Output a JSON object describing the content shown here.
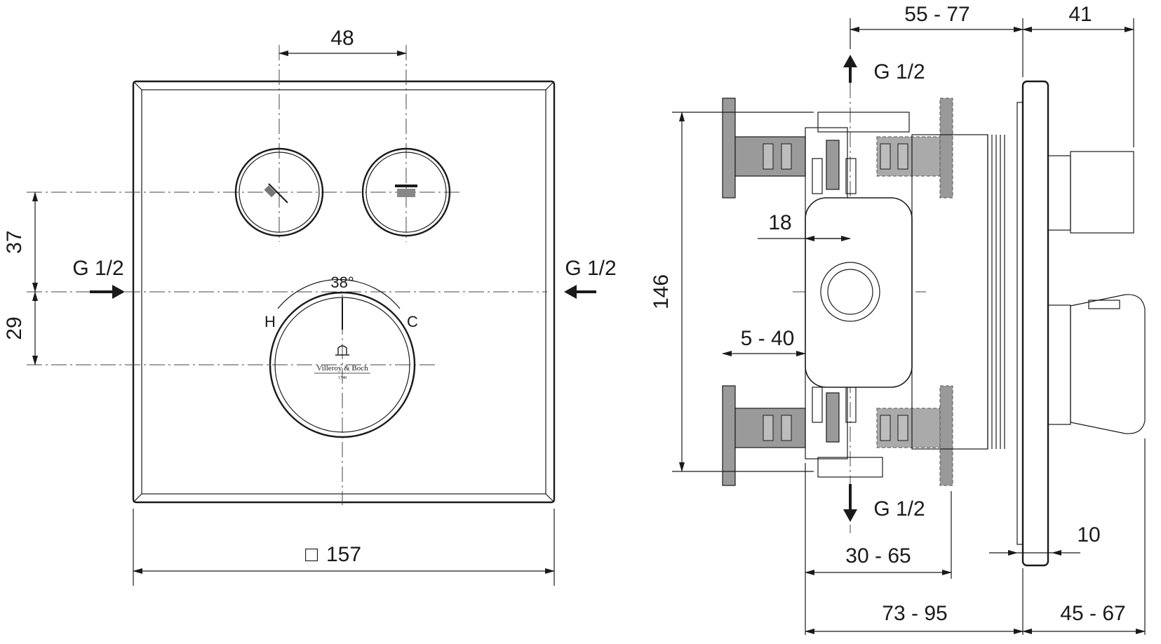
{
  "front_view": {
    "dim_button_spacing": "48",
    "dim_upper_offset": "37",
    "dim_lower_offset": "29",
    "dim_width": "157",
    "dim_width_symbol": "□",
    "inlet_left": "G 1/2",
    "inlet_right": "G 1/2",
    "angle_label": "38°",
    "hot_label": "H",
    "cold_label": "C",
    "brand_name": "Villeroy & Boch",
    "brand_year": "1748"
  },
  "side_view": {
    "dim_top_left": "55 - 77",
    "dim_top_right": "41",
    "outlet_top": "G 1/2",
    "outlet_bottom": "G 1/2",
    "dim_height": "146",
    "dim_18": "18",
    "dim_5_40": "5 - 40",
    "dim_10": "10",
    "dim_30_65": "30 - 65",
    "dim_73_95": "73 - 95",
    "dim_45_67": "45 - 67"
  },
  "colors": {
    "line": "#1a1a1a",
    "fill_grey": "#9a9a9a",
    "background": "#ffffff"
  }
}
